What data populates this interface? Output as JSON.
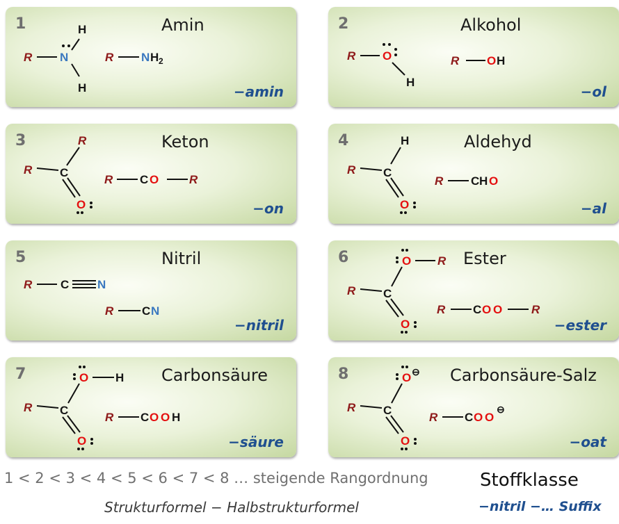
{
  "cards": [
    {
      "number": "1",
      "class_name": "Amin",
      "suffix": "−amin"
    },
    {
      "number": "2",
      "class_name": "Alkohol",
      "suffix": "−ol"
    },
    {
      "number": "3",
      "class_name": "Keton",
      "suffix": "−on"
    },
    {
      "number": "4",
      "class_name": "Aldehyd",
      "suffix": "−al"
    },
    {
      "number": "5",
      "class_name": "Nitril",
      "suffix": "−nitril"
    },
    {
      "number": "6",
      "class_name": "Ester",
      "suffix": "−ester"
    },
    {
      "number": "7",
      "class_name": "Carbonsäure",
      "suffix": "−säure"
    },
    {
      "number": "8",
      "class_name": "Carbonsäure-Salz",
      "suffix": "−oat"
    }
  ],
  "atoms": {
    "R": "R",
    "H": "H",
    "N": "N",
    "O": "O",
    "C": "C",
    "sub2": "2",
    "minus": "⊖"
  },
  "legend": {
    "rank": "1 < 2 < 3 < 4 < 5 < 6 < 7 < 8 … steigende Rangordnung",
    "structure": "Strukturformel − Halbstrukturformel",
    "class_label": "Stoffklasse",
    "suffix_label": "−nitril −… Suffix"
  },
  "colors": {
    "R": "#8e1a1a",
    "O": "#e41010",
    "N": "#3a78c0",
    "suffix": "#1f4f8f"
  }
}
